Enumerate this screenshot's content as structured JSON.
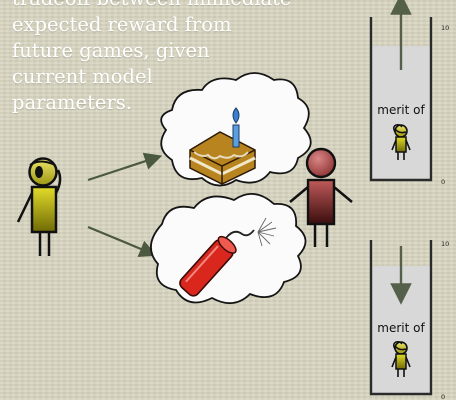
{
  "caption_lines": [
    "tradeoff between immediate",
    "expected reward from",
    "future games, given",
    "current model",
    "parameters."
  ],
  "meters": [
    {
      "label": "merit of",
      "top_tick": "10",
      "bottom_tick": "0",
      "direction": "up"
    },
    {
      "label": "merit of",
      "top_tick": "10",
      "bottom_tick": "0",
      "direction": "down"
    }
  ],
  "colors": {
    "background": "#d8d6c1",
    "caption": "#ffffff",
    "meter_fill": "#d6d6d6",
    "figure_yellow": "#c9c10f",
    "figure_red": "#9c2f2f"
  },
  "icons": [
    "stick-figure-thinking",
    "thought-bubble-cake",
    "thought-bubble-dynamite",
    "stick-figure-red"
  ]
}
